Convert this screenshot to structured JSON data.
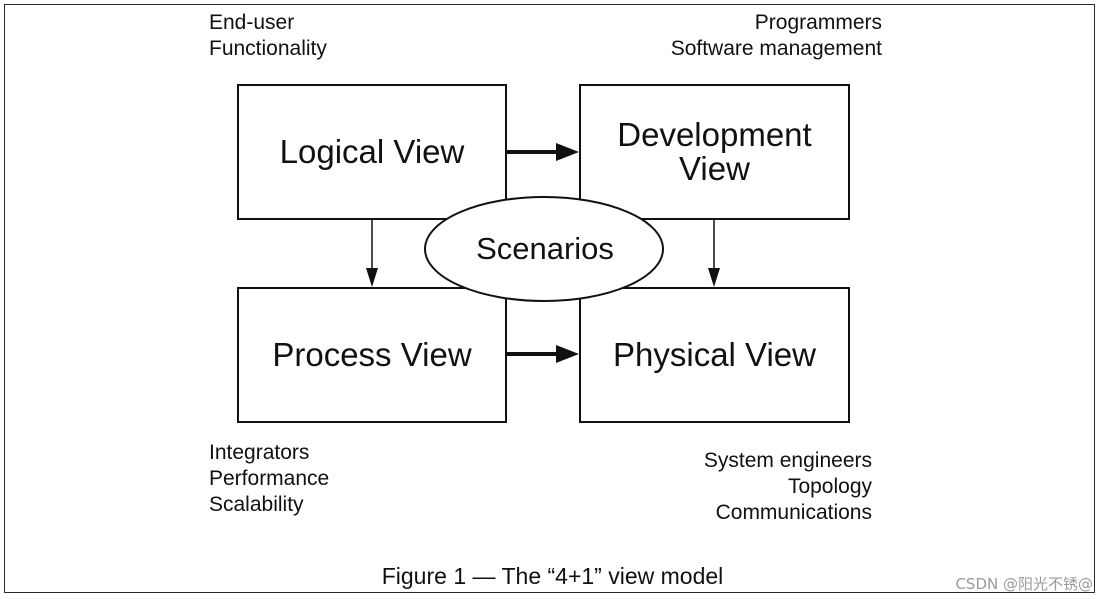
{
  "labels": {
    "top_left": [
      "End-user",
      "Functionality"
    ],
    "top_right": [
      "Programmers",
      "Software management"
    ],
    "bottom_left": [
      "Integrators",
      "Performance",
      "Scalability"
    ],
    "bottom_right": [
      "System engineers",
      "Topology",
      "Communications"
    ]
  },
  "views": {
    "logical": "Logical View",
    "development": "Development\nView",
    "process": "Process View",
    "physical": "Physical View",
    "scenarios": "Scenarios"
  },
  "caption": "Figure 1 — The “4+1” view model",
  "watermark": "CSDN @阳光不锈@"
}
